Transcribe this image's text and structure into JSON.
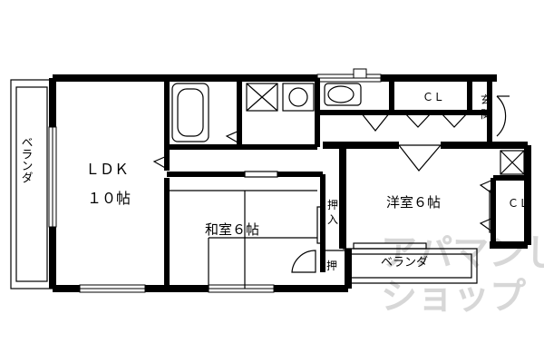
{
  "plan": {
    "rooms": {
      "ldk": {
        "name": "ＬＤＫ",
        "size": "１０帖"
      },
      "washitsu": {
        "name": "和室６帖"
      },
      "yoshitsu": {
        "name": "洋室６帖"
      }
    },
    "labels": {
      "balcony_west": "ベランダ",
      "balcony_south": "ベランダ",
      "closet_cl_top": "ＣＬ",
      "closet_cl_right": "ＣＬ",
      "oshiire_1": "押",
      "oshiire_2": "入",
      "oshiire_small": "押",
      "genkan_1": "玄",
      "genkan_2": "関"
    },
    "watermark": {
      "line1": "アパマンしょ",
      "line2": "ショップ"
    }
  }
}
